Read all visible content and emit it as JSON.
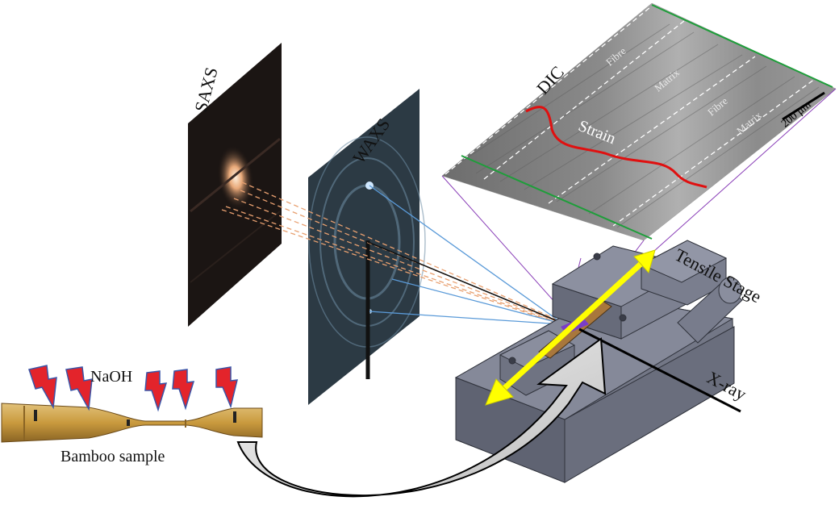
{
  "labels": {
    "saxs": "SAXS",
    "waxs": "WAXS",
    "dic": "DIC",
    "fibre_1": "Fibre",
    "matrix_1": "Matrix",
    "fibre_2": "Fibre",
    "matrix_2": "Matrix",
    "scale": "200 μm",
    "strain": "Strain",
    "tensile_stage": "Tensile Stage",
    "xray": "X-ray",
    "naoh": "NaOH",
    "bamboo_sample": "Bamboo sample"
  },
  "colors": {
    "saxs_beam": "#e8a070",
    "waxs_beam": "#5a9ad8",
    "dic_frame": "#8a3fb8",
    "strain_curve": "#e01010",
    "tension_arrow": "#ffff00",
    "bolt_fill": "#e3242b",
    "bolt_outline": "#3a55a8",
    "stage_body": "#7a7e8c",
    "bamboo": "#c9a04a"
  },
  "icons": [
    "lightning-bolt-icon",
    "tension-arrow-icon",
    "transfer-arrow-icon"
  ]
}
